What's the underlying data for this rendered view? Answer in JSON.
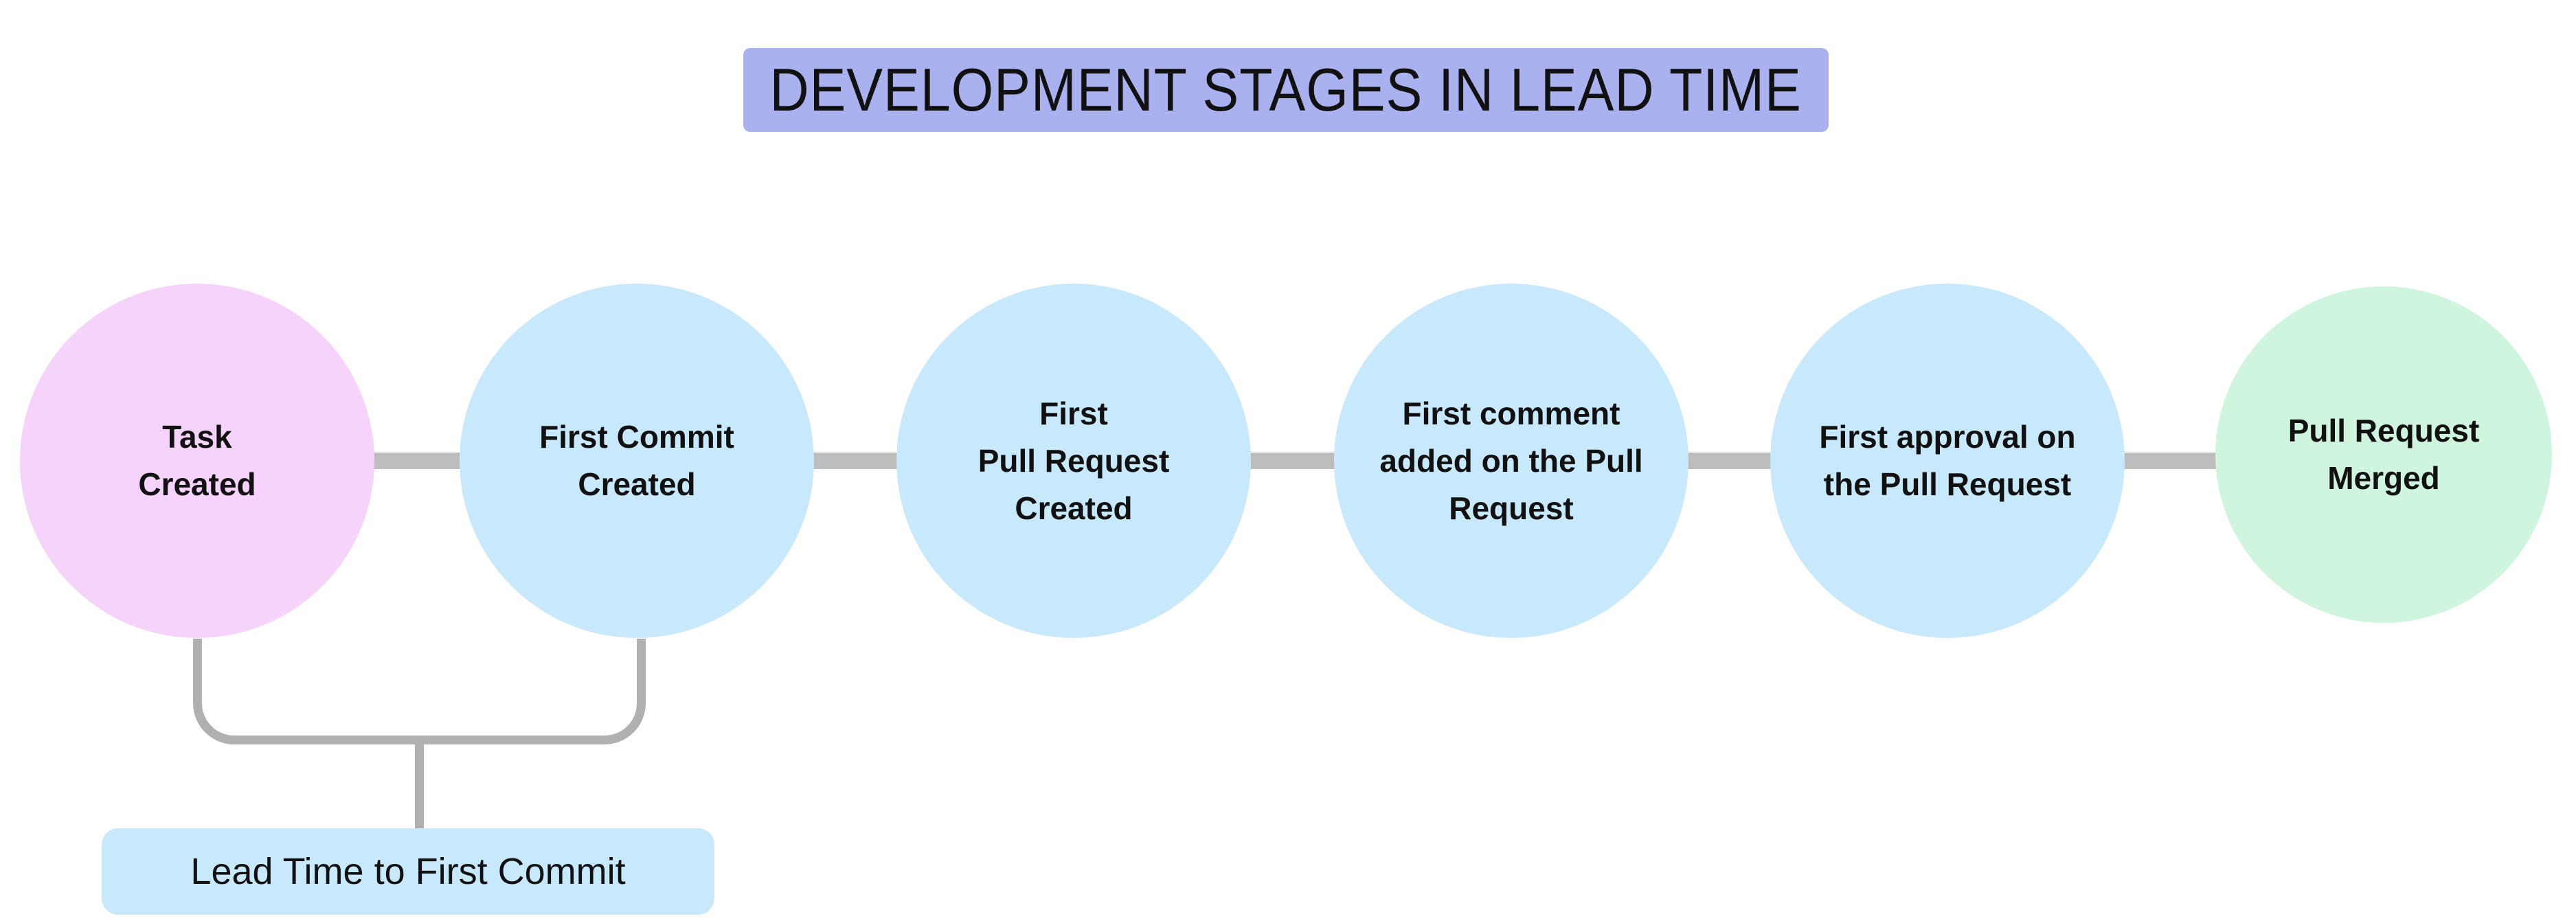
{
  "title": {
    "text": "DEVELOPMENT STAGES IN LEAD TIME",
    "bg": "#a9b2ef",
    "text_color": "#111111"
  },
  "stages": [
    {
      "label": "Task\nCreated",
      "color": "#f5d3fb"
    },
    {
      "label": "First Commit\nCreated",
      "color": "#c8e9fb"
    },
    {
      "label": "First\nPull Request\nCreated",
      "color": "#c8e9fb"
    },
    {
      "label": "First comment\nadded on the Pull\nRequest",
      "color": "#c8e9fb"
    },
    {
      "label": "First approval on\nthe Pull Request",
      "color": "#c8e9fb"
    },
    {
      "label": "Pull Request\nMerged",
      "color": "#d0f5df"
    }
  ],
  "connector": {
    "color": "#bdbdbd"
  },
  "bracket": {
    "color": "#b0b0b0"
  },
  "annotation": {
    "label": "Lead Time to First Commit",
    "bg": "#c8e9fb",
    "text_color": "#111111"
  }
}
